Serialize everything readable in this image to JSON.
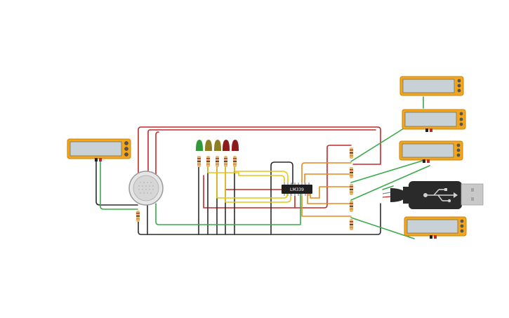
{
  "circuit": {
    "chip_label": "LM339",
    "component_counts": {
      "multimeters": 5,
      "leds": 5,
      "resistors": 11,
      "sensors": 1,
      "ics": 1,
      "usb": 1
    },
    "colors": {
      "wire_red": "#c62828",
      "wire_black": "#2b2b2b",
      "wire_green": "#3aaa4a",
      "wire_yellow": "#e6c619",
      "wire_orange": "#e8881e",
      "multimeter_body": "#f3a61a",
      "multimeter_screen": "#c8d2d6",
      "led_green": "#2f9a3a",
      "led_olive": "#8d7f1f",
      "led_red": "#8e1b1b",
      "chip": "#1e1e1e",
      "usb_body": "#2a2a2a",
      "usb_metal": "#c9c9c9"
    }
  }
}
